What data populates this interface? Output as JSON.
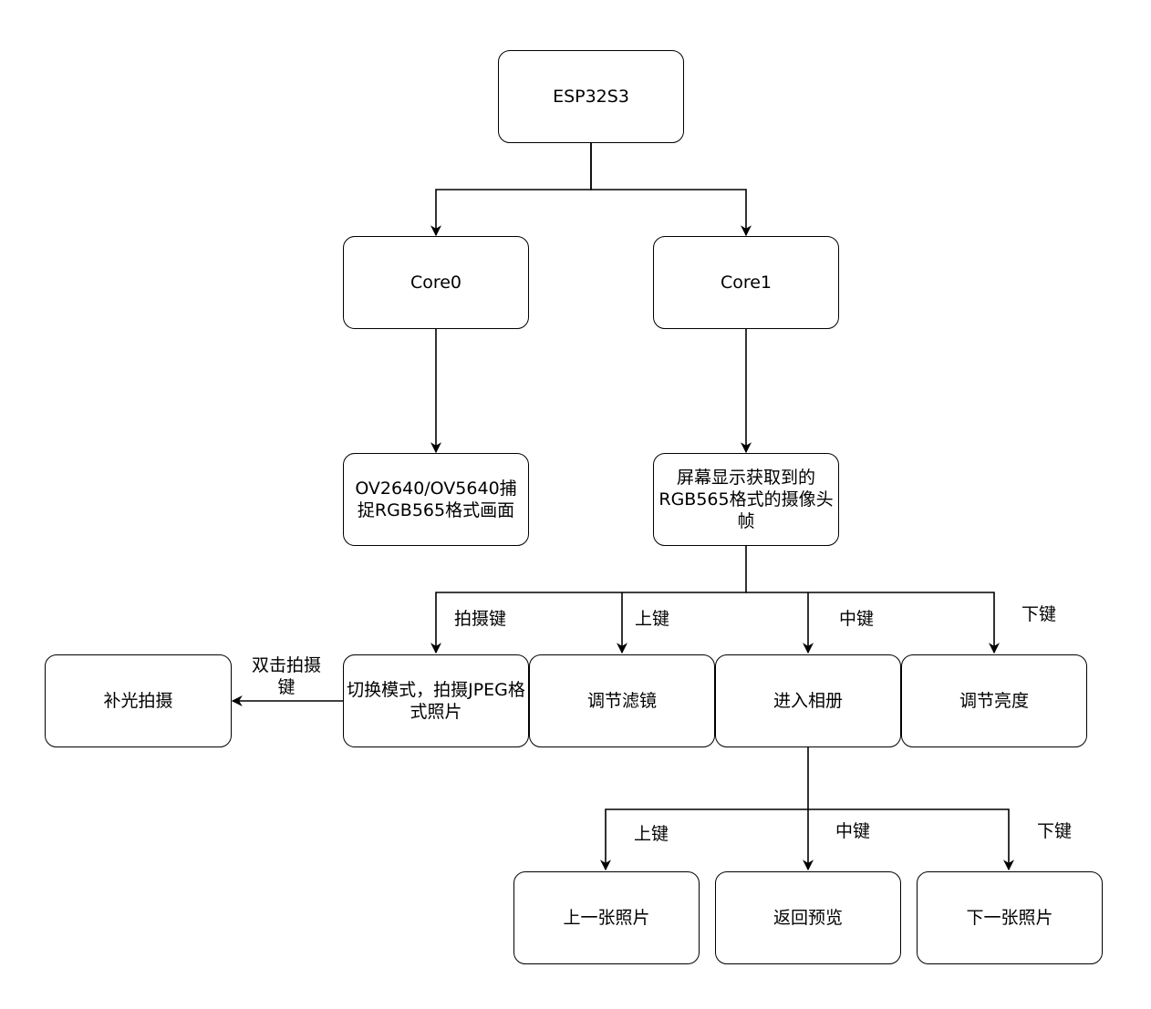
{
  "nodes": {
    "esp32s3": "ESP32S3",
    "core0": "Core0",
    "core1": "Core1",
    "capture": "OV2640/OV5640捕捉RGB565格式画面",
    "display": "屏幕显示获取到的RGB565格式的摄像头帧",
    "flash_shoot": "补光拍摄",
    "switch_mode": "切换模式，拍摄JPEG格式照片",
    "filter": "调节滤镜",
    "album": "进入相册",
    "brightness": "调节亮度",
    "prev_photo": "上一张照片",
    "back_preview": "返回预览",
    "next_photo": "下一张照片"
  },
  "edge_labels": {
    "shoot_key": "拍摄键",
    "up_key": "上键",
    "mid_key": "中键",
    "down_key": "下键",
    "double_click": "双击拍摄键",
    "album_up_key": "上键",
    "album_mid_key": "中键",
    "album_down_key": "下键"
  }
}
